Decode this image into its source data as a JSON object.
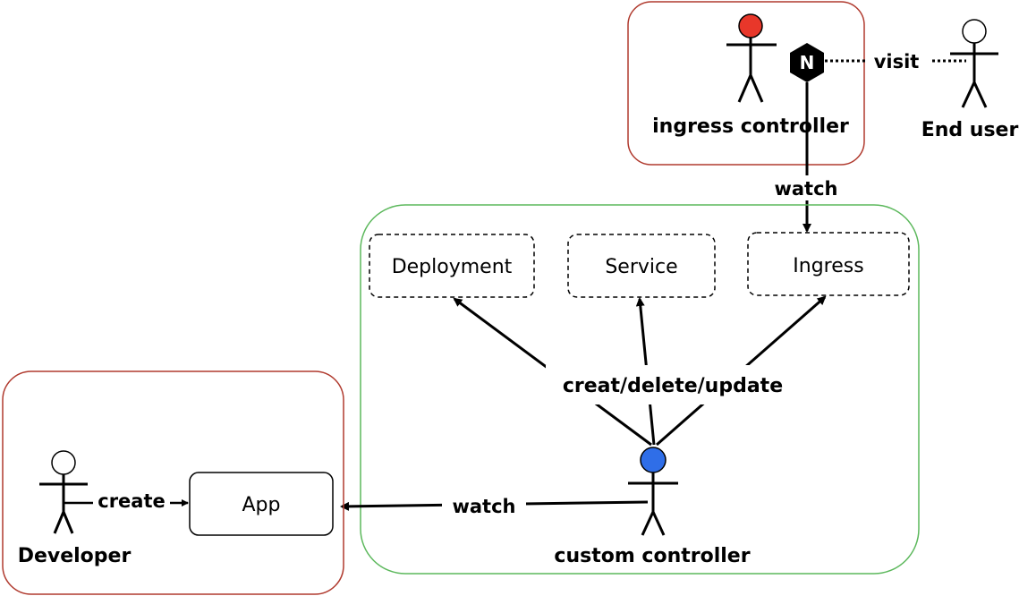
{
  "colors": {
    "ingress_group_border": "#b03a2e",
    "developer_group_border": "#b03a2e",
    "cluster_group_border": "#5cb85c",
    "ingress_actor_head": "#e8372a",
    "custom_actor_head": "#2f6ee8",
    "nginx_badge": "#000000"
  },
  "ingress_group": {
    "actor_label": "ingress controller",
    "nginx_letter": "N",
    "visit_label": "visit",
    "end_user_label": "End user",
    "watch_label": "watch"
  },
  "cluster_group": {
    "resources": {
      "deployment": "Deployment",
      "service": "Service",
      "ingress": "Ingress"
    },
    "action_label": "creat/delete/update",
    "actor_label": "custom controller",
    "watch_label": "watch"
  },
  "developer_group": {
    "actor_label": "Developer",
    "create_label": "create",
    "app_label": "App"
  }
}
